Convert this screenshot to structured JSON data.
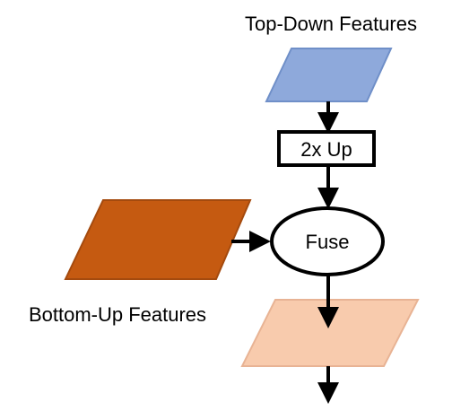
{
  "labels": {
    "top_down": "Top-Down Features",
    "upsample": "2x Up",
    "fuse": "Fuse",
    "bottom_up": "Bottom-Up Features"
  },
  "colors": {
    "top_down_fill": "#8EA9DB",
    "top_down_stroke": "#6F8FC8",
    "bottom_up_fill": "#C55A11",
    "bottom_up_stroke": "#A44A0E",
    "output_fill": "#F8CBAD",
    "output_stroke": "#E8B394",
    "line": "#000000"
  }
}
